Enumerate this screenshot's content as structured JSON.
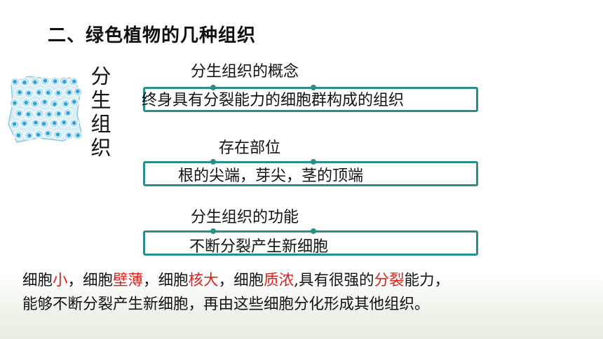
{
  "title": "二、绿色植物的几种组织",
  "vertical_label": [
    "分",
    "生",
    "组",
    "织"
  ],
  "sections": [
    {
      "heading": "分生组织的概念",
      "content": "终身具有分裂能力的细胞群构成的组织"
    },
    {
      "heading": "存在部位",
      "content": "根的尖端，芽尖，茎的顶端"
    },
    {
      "heading": "分生组织的功能",
      "content": "不断分裂产生新细胞"
    }
  ],
  "summary": {
    "line1": [
      {
        "text": "细胞",
        "hl": false
      },
      {
        "text": "小",
        "hl": true
      },
      {
        "text": "，细胞",
        "hl": false
      },
      {
        "text": "壁薄",
        "hl": true
      },
      {
        "text": "，细胞",
        "hl": false
      },
      {
        "text": "核大",
        "hl": true
      },
      {
        "text": "，细胞",
        "hl": false
      },
      {
        "text": "质浓",
        "hl": true
      },
      {
        "text": ",具有很强的",
        "hl": false
      },
      {
        "text": "分裂",
        "hl": true
      },
      {
        "text": "能力，",
        "hl": false
      }
    ],
    "line2": "能够不断分裂产生新细胞，再由这些细胞分化形成其他组织。"
  },
  "colors": {
    "accent": "#2a8f8b",
    "highlight": "#e0201b",
    "cell_fill": "#bfe3ef",
    "cell_nucleus": "#2d9fd6"
  },
  "icons": {
    "cells_image": "meristem-cells-illustration"
  }
}
